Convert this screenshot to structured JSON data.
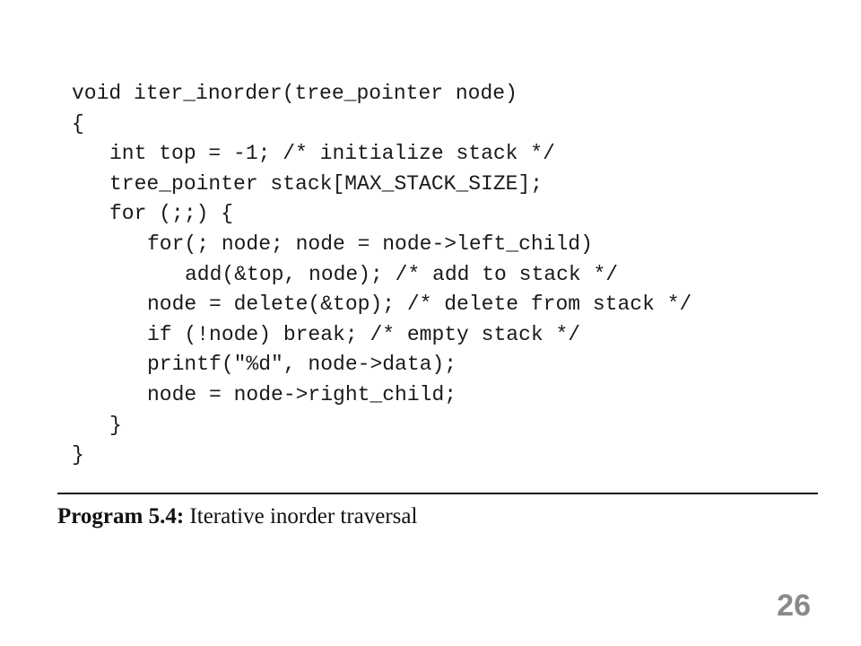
{
  "code": {
    "lines": [
      "void iter_inorder(tree_pointer node)",
      "{",
      "int top = -1; /* initialize stack */",
      "tree_pointer stack[MAX_STACK_SIZE];",
      "for (;;) {",
      "for(; node; node = node->left_child)",
      "add(&top, node); /* add to stack */",
      "node = delete(&top); /* delete from stack */",
      "if (!node) break; /* empty stack */",
      "printf(\"%d\", node->data);",
      "node = node->right_child;",
      "}",
      "}"
    ]
  },
  "caption": {
    "label": "Program 5.4:",
    "text": "Iterative inorder traversal"
  },
  "page_number": "26"
}
